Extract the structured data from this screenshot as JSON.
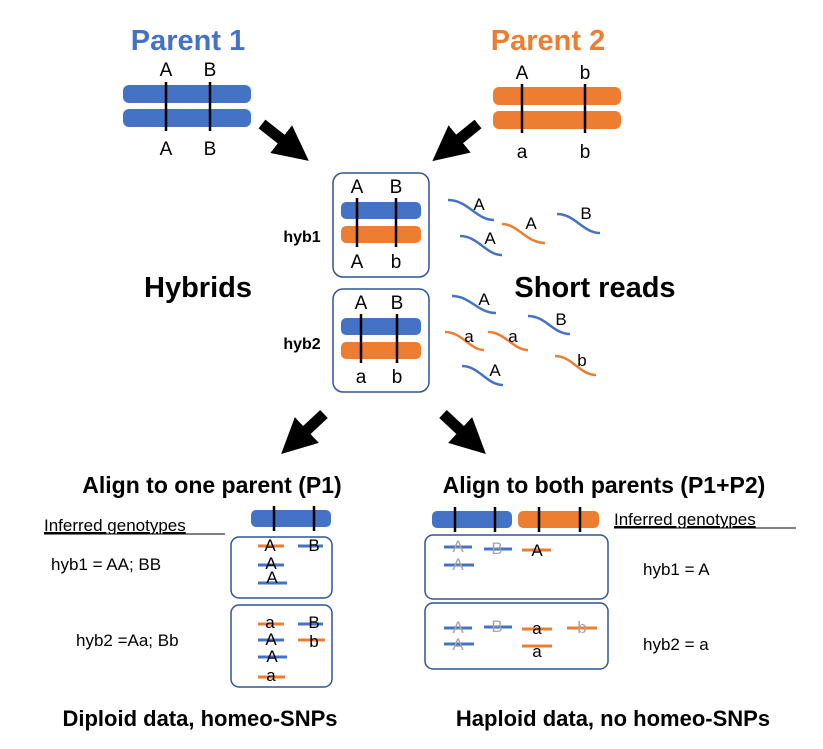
{
  "colors": {
    "parent1": "#4472c4",
    "parent2": "#ed7d31",
    "faded": "#a6a6a6",
    "arrow": "#000000",
    "box_border": "#2f5597"
  },
  "parent1": {
    "title": "Parent 1",
    "top_alleles": [
      "A",
      "B"
    ],
    "bottom_alleles": [
      "A",
      "B"
    ]
  },
  "parent2": {
    "title": "Parent 2",
    "top_alleles": [
      "A",
      "b"
    ],
    "bottom_alleles": [
      "a",
      "b"
    ]
  },
  "hybrids": {
    "heading": "Hybrids",
    "hyb1": {
      "label": "hyb1",
      "top_alleles": [
        "A",
        "B"
      ],
      "bottom_alleles": [
        "A",
        "b"
      ]
    },
    "hyb2": {
      "label": "hyb2",
      "top_alleles": [
        "A",
        "B"
      ],
      "bottom_alleles": [
        "a",
        "b"
      ]
    }
  },
  "short_reads": {
    "heading": "Short reads",
    "hyb1_reads": [
      "A",
      "A",
      "B",
      "A"
    ],
    "hyb2_reads": [
      "A",
      "a",
      "a",
      "B",
      "b",
      "A"
    ]
  },
  "left_panel": {
    "title": "Align to one parent (P1)",
    "inferred_label": "Inferred genotypes",
    "hyb1_genotype": "hyb1 = AA; BB",
    "hyb2_genotype": "hyb2 =Aa; Bb",
    "box1_reads": [
      "A",
      "B",
      "A",
      "A"
    ],
    "box2_reads": [
      "a",
      "B",
      "A",
      "b",
      "A",
      "a"
    ],
    "footer": "Diploid data, homeo-SNPs"
  },
  "right_panel": {
    "title": "Align to both parents (P1+P2)",
    "inferred_label": "Inferred genotypes",
    "hyb1_genotype": "hyb1 = A",
    "hyb2_genotype": "hyb2 = a",
    "box1_reads": [
      "A",
      "B",
      "A",
      "A"
    ],
    "box2_reads": [
      "A",
      "B",
      "a",
      "b",
      "A",
      "a"
    ],
    "footer": "Haploid data, no homeo-SNPs"
  }
}
